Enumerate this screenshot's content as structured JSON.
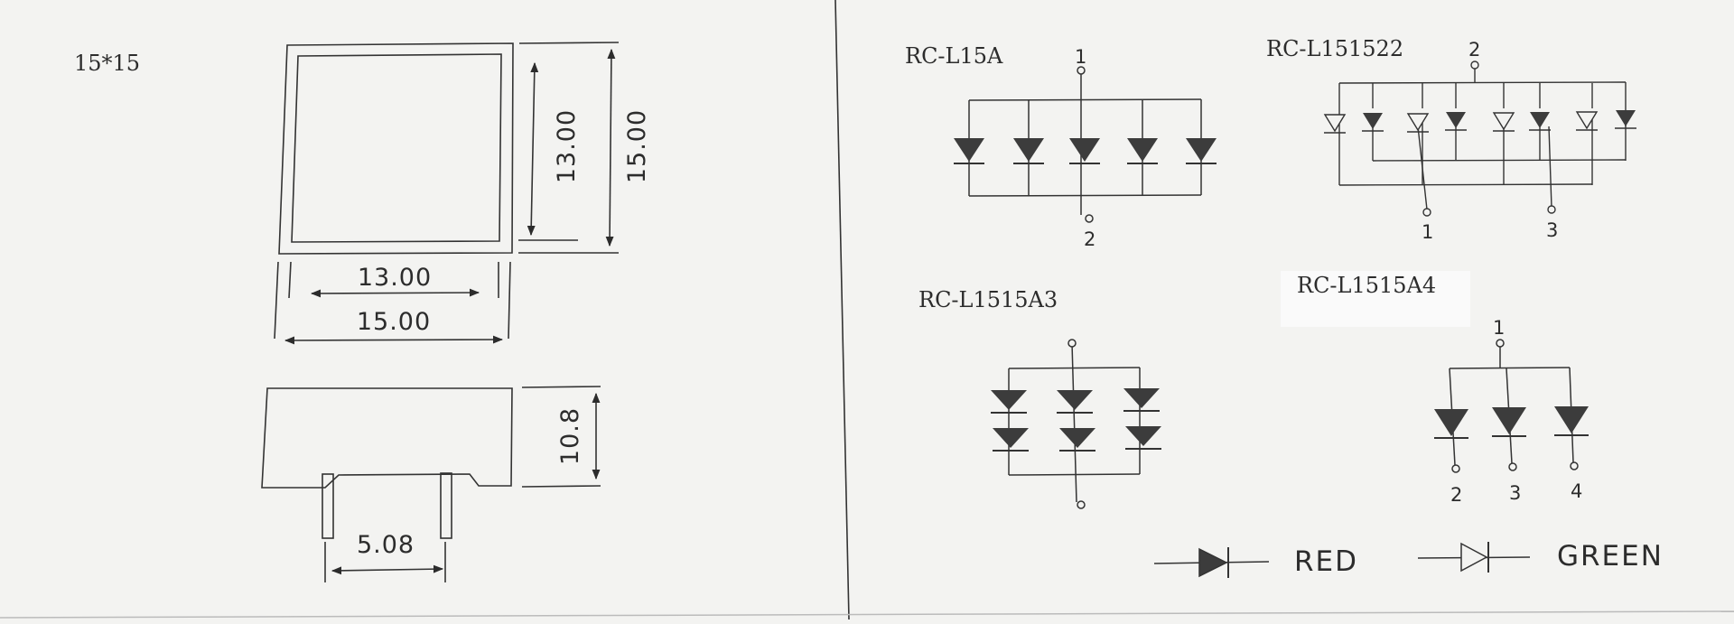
{
  "size_label": "15*15",
  "dimensions": {
    "outer_width": "15.00",
    "inner_width": "13.00",
    "outer_height": "15.00",
    "inner_height": "13.00",
    "body_height": "10.8",
    "pin_pitch": "5.08"
  },
  "circuits": [
    {
      "model": "RC-L15A",
      "pins": [
        "1",
        "2"
      ]
    },
    {
      "model": "RC-L151522",
      "pins": [
        "2",
        "1",
        "3"
      ]
    },
    {
      "model": "RC-L1515A3",
      "pins": []
    },
    {
      "model": "RC-L1515A4",
      "pins": [
        "1",
        "2",
        "3",
        "4"
      ]
    }
  ],
  "legend": {
    "red_label": "RED",
    "green_label": "GREEN"
  },
  "colors": {
    "paper": "#f3f3f1",
    "ink": "#2c2c2c",
    "led_fill": "#3c3c3c"
  }
}
